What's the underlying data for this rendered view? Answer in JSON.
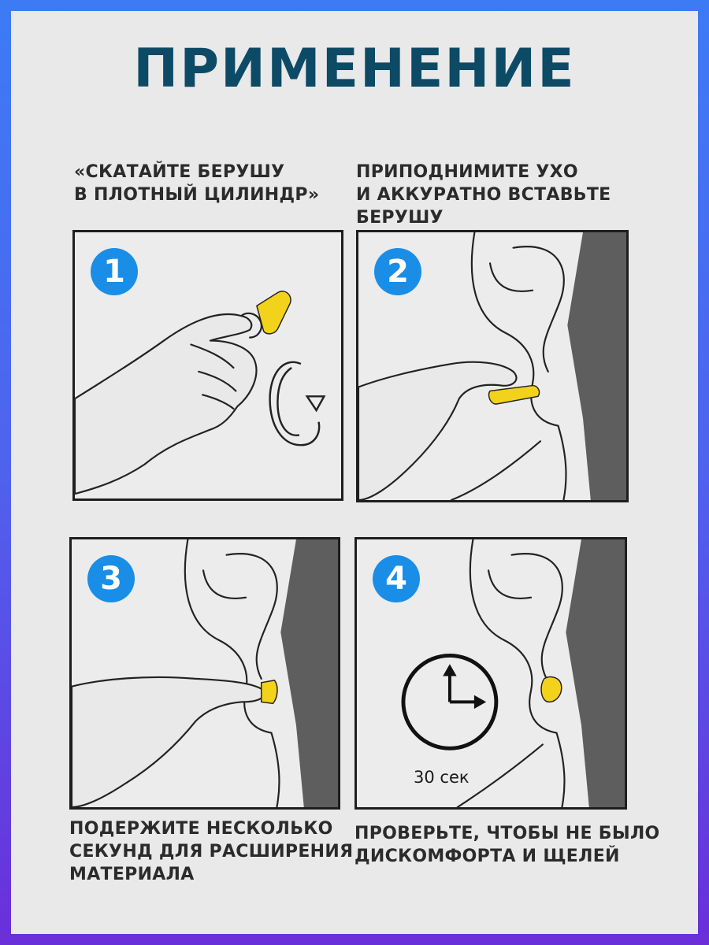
{
  "title": "ПРИМЕНЕНИЕ",
  "steps": [
    {
      "number": "1",
      "caption": [
        "«СКАТАЙТЕ БЕРУШУ",
        "В ПЛОТНЫЙ ЦИЛИНДР»"
      ]
    },
    {
      "number": "2",
      "caption": [
        "ПРИПОДНИМИТЕ УХО",
        "И АККУРАТНО ВСТАВЬТЕ",
        "БЕРУШУ"
      ]
    },
    {
      "number": "3",
      "caption": [
        "ПОДЕРЖИТЕ НЕСКОЛЬКО",
        "СЕКУНД ДЛЯ РАСШИРЕНИЯ",
        "МАТЕРИАЛА"
      ]
    },
    {
      "number": "4",
      "caption": [
        "ПРОВЕРЬТЕ, ЧТОБЫ НЕ БЫЛО",
        "ДИСКОМФОРТА И ЩЕЛЕЙ"
      ],
      "timer_label": "30 сек"
    }
  ],
  "colors": {
    "title": "#0d4a66",
    "badge": "#1a8ee6",
    "earplug": "#f3d21b",
    "background_gradient": [
      "#3d7bf5",
      "#6a2fd9"
    ]
  },
  "icons": [
    "hand-rolling-earplug-illustration",
    "rotate-arrow-icon",
    "ear-insert-illustration",
    "clock-icon"
  ]
}
